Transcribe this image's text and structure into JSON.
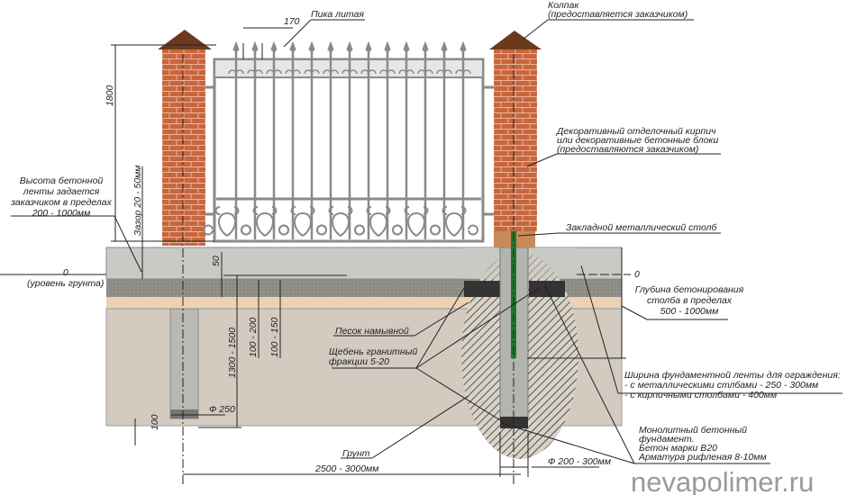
{
  "labels": {
    "cap": [
      "Колпак",
      "(предоставляется заказчиком)"
    ],
    "spike": "Пика литая",
    "spike_spacing": "170",
    "brick": [
      "Декоративный отделочный кирпич",
      "или декоративные бетонные блоки",
      "(предоставляются заказчиком)"
    ],
    "metal_post": "Закладной металлический столб",
    "strip_height": [
      "Высота бетонной",
      "ленты задается",
      "заказчиком в пределах",
      "200 - 1000мм"
    ],
    "gap": "Зазор 20 - 50мм",
    "zero_left": [
      "0",
      "(уровень грунта)"
    ],
    "zero_right": "0",
    "post_depth": [
      "Глубина бетонирования",
      "столба в пределах",
      "500 - 1000мм"
    ],
    "strip_width": [
      "Ширина фундаментной ленты для ограждения:",
      "- с металлическими стлбами - 250 - 300мм",
      "- с кирпичными столбами - 400мм"
    ],
    "monolith": [
      "Монолитный бетонный",
      "фундамент.",
      "Бетон марки В20",
      "Арматура рифленая 8-10мм"
    ],
    "sand": "Песок намывной",
    "gravel": [
      "Щебень гранитный",
      "фракции 5-20"
    ],
    "ground": "Грунт",
    "pile_diameter": "Ф 250",
    "post_diameter": "Ф 200 - 300мм",
    "span": "2500 - 3000мм"
  },
  "dimensions": {
    "height": "1800",
    "d50": "50",
    "d1300": "1300 - 1500",
    "d100_200": "100 - 200",
    "d100_150": "100 - 150",
    "d100": "100"
  },
  "watermark": "nevapolimer.ru",
  "colors": {
    "brick": "#c8663e",
    "cap": "#6b3a1e",
    "concrete": "#c9c9c5",
    "gravel": "#8c8a82",
    "sand": "#ecd2b4",
    "ground": "#d3cbc0",
    "post": "#1e7a2a",
    "metal": "#9a9a9a"
  }
}
